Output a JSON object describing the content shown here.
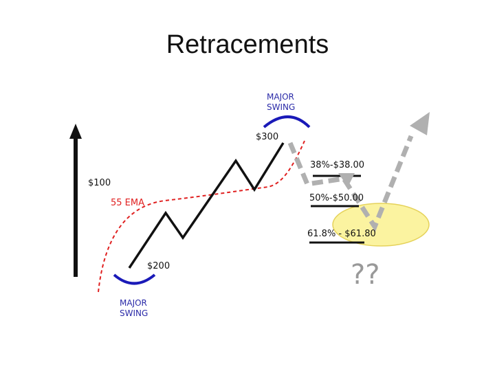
{
  "title": "Retracements",
  "labels": {
    "price_100": "$100",
    "ema": "55 EMA",
    "price_200": "$200",
    "price_300": "$300",
    "major_swing_top_1": "MAJOR",
    "major_swing_top_2": "SWING",
    "major_swing_bottom_1": "MAJOR",
    "major_swing_bottom_2": "SWING",
    "fib_38": "38%-$38.00",
    "fib_50": "50%-$50.00",
    "fib_618": "61.8% - $61.80",
    "question": "??"
  },
  "colors": {
    "swing_arc": "#1a1ab8",
    "swing_label": "#2a2aa8",
    "ema_line": "#e02020",
    "price_line": "#111111",
    "dashed_path": "#b0b0b0",
    "target_zone_fill": "#fbf3a0",
    "target_zone_stroke": "#e5d25a",
    "question_mark": "#999999"
  }
}
